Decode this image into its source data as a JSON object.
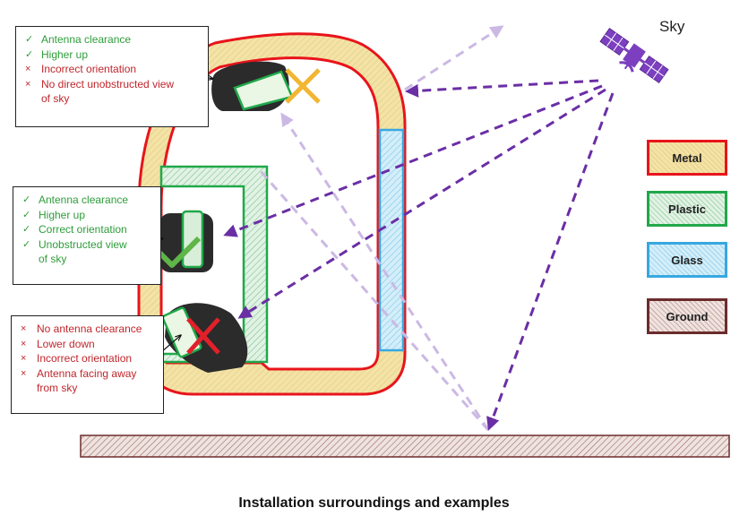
{
  "caption": "Installation surroundings and examples",
  "sky_label": "Sky",
  "colors": {
    "metal_border": "#e8141b",
    "metal_fill": "#f3e3a6",
    "plastic_border": "#21a84a",
    "plastic_fill": "#cfe9d3",
    "glass_border": "#38a8e0",
    "glass_fill": "#bfe4f4",
    "ground_border": "#6b2c2c",
    "ground_fill": "#e9d9d4",
    "signal": "#6a2ea5",
    "reflected_signal": "#cbb9e4",
    "satellite": "#7b3fc0"
  },
  "legend": [
    {
      "label": "Metal",
      "key": "metal"
    },
    {
      "label": "Plastic",
      "key": "plastic"
    },
    {
      "label": "Glass",
      "key": "glass"
    },
    {
      "label": "Ground",
      "key": "ground"
    }
  ],
  "callouts": {
    "top": [
      {
        "status": "ok",
        "text": "Antenna clearance"
      },
      {
        "status": "ok",
        "text": "Higher up"
      },
      {
        "status": "bad",
        "text": "Incorrect orientation"
      },
      {
        "status": "bad",
        "text": "No direct unobstructed view"
      },
      {
        "status": "bad",
        "text": "of sky",
        "continuation": true
      }
    ],
    "middle": [
      {
        "status": "ok",
        "text": "Antenna clearance"
      },
      {
        "status": "ok",
        "text": "Higher up"
      },
      {
        "status": "ok",
        "text": "Correct orientation"
      },
      {
        "status": "ok",
        "text": "Unobstructed view"
      },
      {
        "status": "ok",
        "text": "of sky",
        "continuation": true
      }
    ],
    "bottom": [
      {
        "status": "bad",
        "text": "No antenna clearance"
      },
      {
        "status": "bad",
        "text": "Lower down"
      },
      {
        "status": "bad",
        "text": "Incorrect orientation"
      },
      {
        "status": "bad",
        "text": "Antenna facing away"
      },
      {
        "status": "bad",
        "text": "from sky",
        "continuation": true
      }
    ]
  },
  "icons": {
    "check": "✓",
    "cross": "×"
  }
}
